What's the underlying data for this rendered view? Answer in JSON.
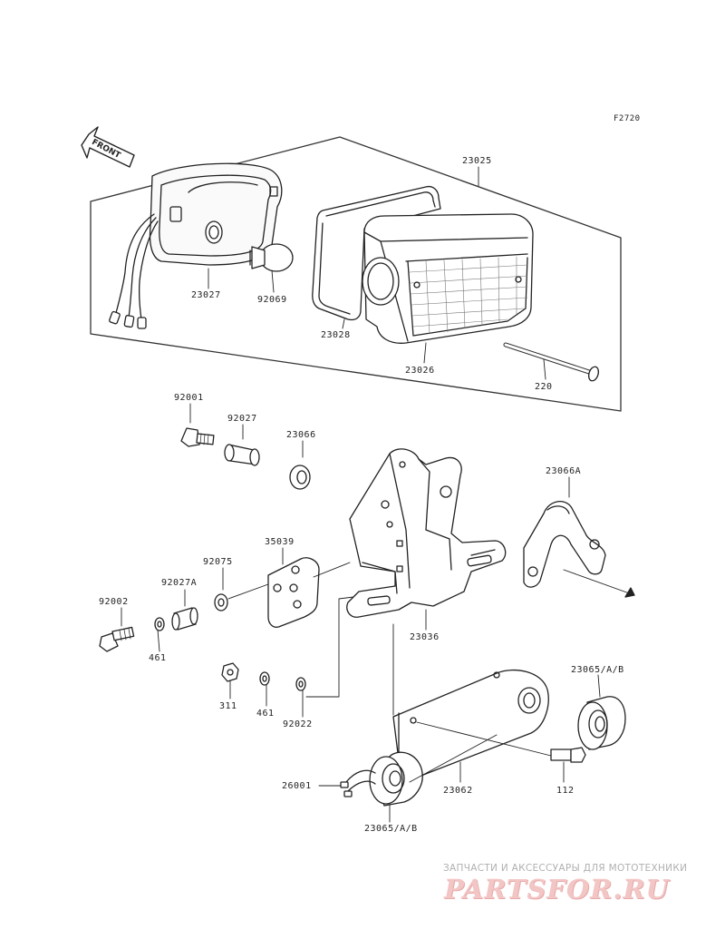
{
  "diagram": {
    "ref_code": "F2720",
    "front_label": "FRONT",
    "parts": {
      "p23025": "23025",
      "p23027": "23027",
      "p92069": "92069",
      "p23028": "23028",
      "p23026": "23026",
      "p220": "220",
      "p92001": "92001",
      "p92027": "92027",
      "p23066": "23066",
      "p23066a": "23066A",
      "p35039": "35039",
      "p92075": "92075",
      "p92027a": "92027A",
      "p92002": "92002",
      "p461a": "461",
      "p23036": "23036",
      "p311": "311",
      "p461b": "461",
      "p92022": "92022",
      "p23065ab_right": "23065/A/B",
      "p26001": "26001",
      "p23062": "23062",
      "p112": "112",
      "p23065ab_bottom": "23065/A/B"
    }
  },
  "watermark": {
    "tagline": "ЗАПЧАСТИ И АКСЕССУАРЫ ДЛЯ МОТОТЕХНИКИ",
    "logo": "PARTSFOR.RU"
  },
  "colors": {
    "line": "#222222",
    "watermark_text": "#b0b0b0",
    "watermark_logo": "#f3c6c6"
  }
}
